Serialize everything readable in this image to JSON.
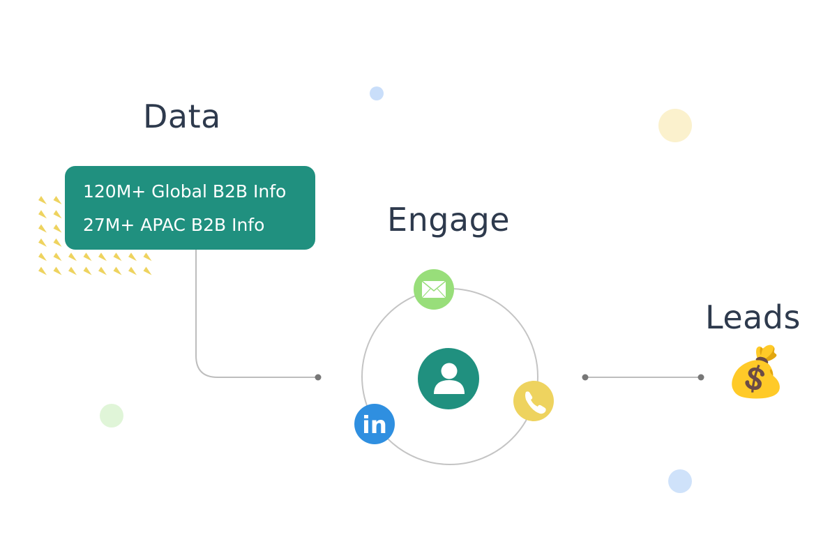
{
  "headings": {
    "data": "Data",
    "engage": "Engage",
    "leads": "Leads"
  },
  "data_box": {
    "line1": "120M+ Global B2B Info",
    "line2": "27M+ APAC B2B Info"
  },
  "icons": {
    "center": "person-icon",
    "email": "email-icon",
    "phone": "phone-icon",
    "linkedin": "linkedin-icon",
    "leads": "money-bag-icon"
  },
  "linkedin_text": "in",
  "leads_emoji": "💰",
  "colors": {
    "teal": "#20907f",
    "green": "#98de7a",
    "yellow": "#eed35f",
    "blue": "#2f8fe0",
    "text": "#2e3a4d",
    "line": "#bdbdbd"
  }
}
